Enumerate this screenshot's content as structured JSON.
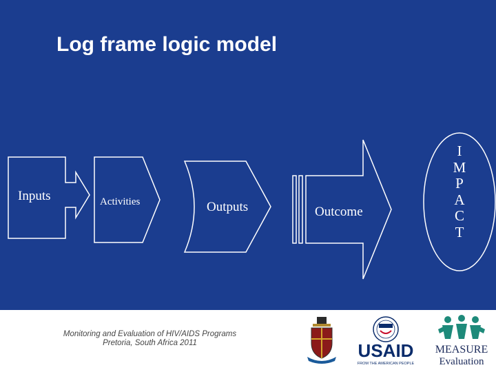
{
  "slide": {
    "title": "Log frame logic model"
  },
  "diagram": {
    "inputs": "Inputs",
    "activities": "Activities",
    "outputs": "Outputs",
    "outcome": "Outcome",
    "impact_letters": [
      "I",
      "M",
      "P",
      "A",
      "C",
      "T"
    ]
  },
  "footer": {
    "line1": "Monitoring and Evaluation of HIV/AIDS Programs",
    "line2": "Pretoria, South Africa  2011",
    "usaid_text": "USAID",
    "usaid_tagline": "FROM THE AMERICAN PEOPLE",
    "measure_text": "MEASURE",
    "evaluation_text": "Evaluation"
  },
  "colors": {
    "background": "#1b3d8f",
    "usaid_blue": "#0b2c6b",
    "usaid_red": "#c8102e",
    "measure_teal": "#1e8a7a"
  }
}
